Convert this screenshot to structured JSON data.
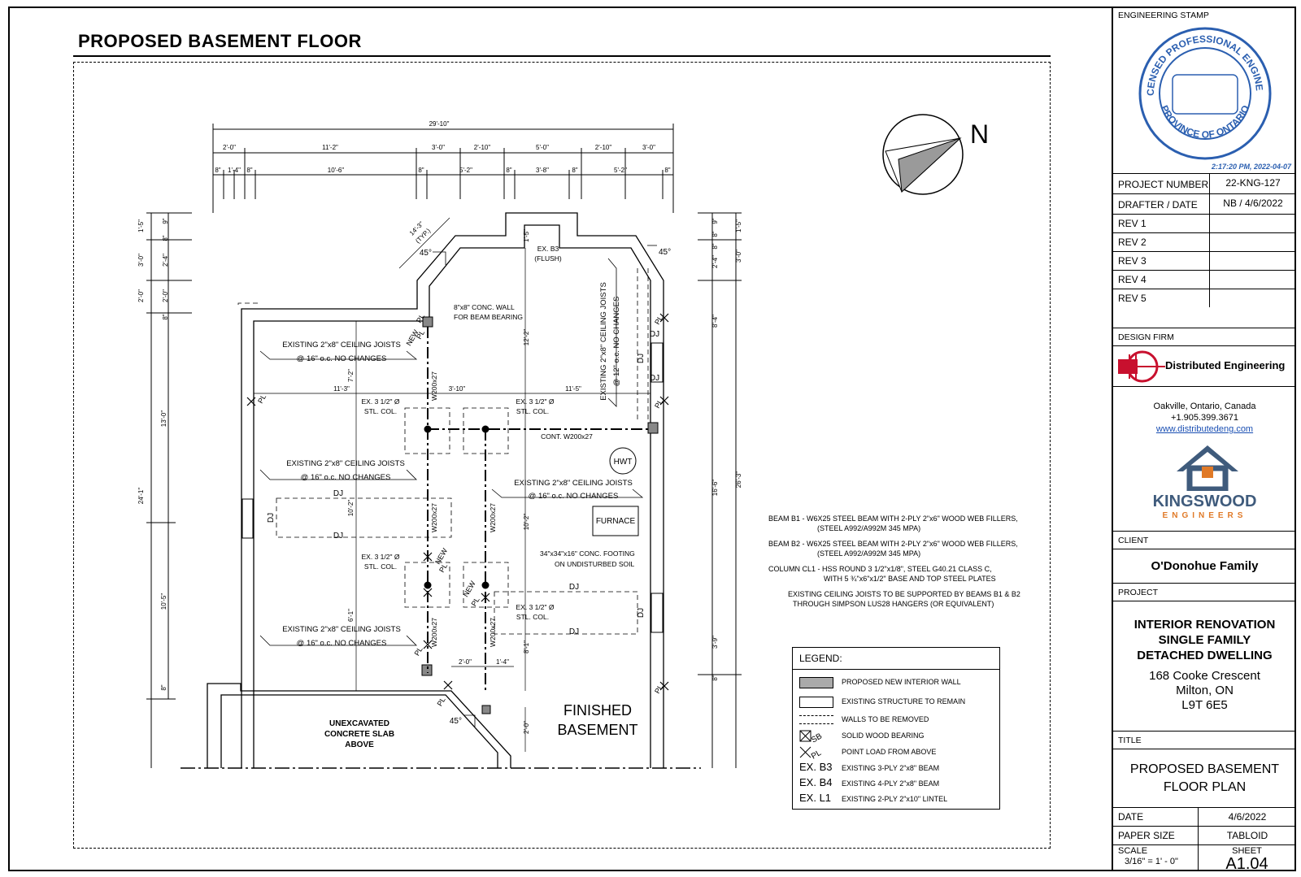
{
  "drawing": {
    "title": "PROPOSED BASEMENT FLOOR",
    "north_label": "N",
    "finished_basement": [
      "FINISHED",
      "BASEMENT"
    ],
    "unexcavated": [
      "UNEXCAVATED",
      "CONCRETE SLAB",
      "ABOVE"
    ],
    "labels": {
      "hwt": "HWT",
      "furnace": "FURNACE",
      "cont_beam": "CONT. W200x27",
      "ex_b3": "EX. B3",
      "flush": "(FLUSH)",
      "conc_wall_1": "8\"x8\" CONC. WALL",
      "conc_wall_2": "FOR BEAM BEARING",
      "footing_1": "34\"x34\"x16\" CONC. FOOTING",
      "footing_2": "ON UNDISTURBED SOIL",
      "stl_col_a": "EX. 3 1/2\" Ø",
      "stl_col_b": "STL. COL.",
      "joists_16_a": "EXISTING 2\"x8\" CEILING JOISTS",
      "joists_16_b": "@ 16\" o.c. NO CHANGES",
      "joists_12_a": "EXISTING 2\"x8\" CEILING JOISTS",
      "joists_12_b": "@ 12\" o.c. NO CHANGES",
      "w200": "W200x27",
      "dj": "DJ",
      "pl": "PL",
      "new": "NEW",
      "deg45": "45°",
      "typ_dim": "14'-3\"",
      "typ": "(TYP.)"
    },
    "dims_top": {
      "overall": "29'-10\"",
      "row2": [
        "2'-0\"",
        "11'-2\"",
        "3'-0\"",
        "2'-10\"",
        "5'-0\"",
        "2'-10\"",
        "3'-0\""
      ],
      "row3": [
        "8\"",
        "1'-4\"",
        "8\"",
        "10'-6\"",
        "8\"",
        "5'-2\"",
        "8\"",
        "3'-8\"",
        "8\"",
        "5'-2\"",
        "8\""
      ]
    },
    "dims_left_outer": [
      "1'-5\"",
      "3'-0\"",
      "2'-0\"",
      "13'-0\"",
      "24'-1\"",
      "10'-5\"",
      "8\""
    ],
    "dims_left_inner": [
      "9\"",
      "8\"",
      "2'-4\"",
      "2'-0\"",
      "8\""
    ],
    "dims_right_inner": [
      "9\"",
      "8\"",
      "8\"",
      "2'-4\"",
      "8'-4\"",
      "16'-6\"",
      "3'-9\"",
      "8\""
    ],
    "dims_right_outer": [
      "1'-5\"",
      "3'-0\"",
      "26'-3\""
    ],
    "dims_interior": {
      "d_11_3": "11'-3\"",
      "d_3_10": "3'-10\"",
      "d_11_5": "11'-5\"",
      "d_12_2": "12'-2\"",
      "d_7_2": "7'-2\"",
      "d_10_2": "10'-2\"",
      "d_10_2b": "10'-2\"",
      "d_6_1": "6'-1\"",
      "d_8_1": "8'-1\"",
      "d_2_0": "2'-0\"",
      "d_1_4": "1'-4\"",
      "d_2_0v": "2'-0\"",
      "d_1_5": "1'-5\""
    }
  },
  "notes": [
    {
      "line1": "BEAM B1   -   W6X25 STEEL BEAM WITH 2-PLY 2\"x6\" WOOD WEB FILLERS,",
      "line2": "(STEEL A992/A992M 345 MPA)"
    },
    {
      "line1": "BEAM B2   -   W6X25 STEEL BEAM WITH 2-PLY 2\"x6\" WOOD WEB FILLERS,",
      "line2": "(STEEL A992/A992M 345 MPA)"
    },
    {
      "line1": "COLUMN CL1  -  HSS ROUND 3 1/2\"x1/8\", STEEL G40.21 CLASS C,",
      "line2": "WITH 5 ¾\"x6\"x1/2\" BASE AND TOP STEEL PLATES"
    },
    {
      "line1": "EXISTING CEILING JOISTS TO BE SUPPORTED BY BEAMS B1 & B2",
      "line2": "THROUGH SIMPSON LUS28 HANGERS (OR EQUIVALENT)"
    }
  ],
  "legend": {
    "title": "LEGEND:",
    "items": [
      {
        "symbol": "filled-rect",
        "text": "PROPOSED NEW INTERIOR WALL"
      },
      {
        "symbol": "open-rect",
        "text": "EXISTING STRUCTURE TO REMAIN"
      },
      {
        "symbol": "dashed",
        "text": "WALLS TO BE REMOVED"
      },
      {
        "symbol": "sb",
        "sym_text": "SB",
        "text": "SOLID WOOD BEARING"
      },
      {
        "symbol": "pl",
        "sym_text": "PL",
        "text": "POINT LOAD FROM ABOVE"
      },
      {
        "symbol": "text",
        "sym_text": "EX. B3",
        "text": "EXISTING 3-PLY 2\"x8\" BEAM"
      },
      {
        "symbol": "text",
        "sym_text": "EX. B4",
        "text": "EXISTING 4-PLY 2\"x8\" BEAM"
      },
      {
        "symbol": "text",
        "sym_text": "EX. L1",
        "text": "EXISTING 2-PLY 2\"x10\" LINTEL"
      }
    ]
  },
  "title_block": {
    "engineering_stamp": "ENGINEERING STAMP",
    "stamp_ring_top": "LICENSED PROFESSIONAL ENGINEER",
    "stamp_ring_bottom": "PROVINCE OF ONTARIO",
    "stamp_time": "2:17:20 PM, 2022-04-07",
    "project_number_label": "PROJECT NUMBER",
    "project_number": "22-KNG-127",
    "drafter_label": "DRAFTER  / DATE",
    "drafter": "NB / 4/6/2022",
    "revs": [
      "REV 1",
      "REV 2",
      "REV 3",
      "REV 4",
      "REV 5"
    ],
    "design_firm_label": "DESIGN FIRM",
    "firm_name": "Distributed Engineering",
    "firm_city": "Oakville, Ontario, Canada",
    "firm_phone": "+1.905.399.3671",
    "firm_web": "www.distributedeng.com",
    "kingswood_1": "KINGSWOOD",
    "kingswood_2": "ENGINEERS",
    "client_label": "CLIENT",
    "client": "O'Donohue Family",
    "project_label": "PROJECT",
    "project_l1": "INTERIOR RENOVATION",
    "project_l2": "SINGLE FAMILY",
    "project_l3": "DETACHED DWELLING",
    "address_1": "168 Cooke Crescent",
    "address_2": "Milton, ON",
    "address_3": "L9T 6E5",
    "title_label": "TITLE",
    "title_1": "PROPOSED BASEMENT",
    "title_2": "FLOOR PLAN",
    "date_label": "DATE",
    "date": "4/6/2022",
    "paper_label": "PAPER SIZE",
    "paper": "TABLOID",
    "scale_label": "SCALE",
    "scale": "3/16\" = 1' - 0\"",
    "sheet_label": "SHEET",
    "sheet": "A1.04"
  },
  "colors": {
    "ink": "#000000",
    "stamp_blue": "#2b5fb0",
    "firm_red": "#c8102e",
    "kingswood_slate": "#3f5b7c",
    "kingswood_orange": "#e07a28",
    "link_blue": "#1a4fb3"
  }
}
